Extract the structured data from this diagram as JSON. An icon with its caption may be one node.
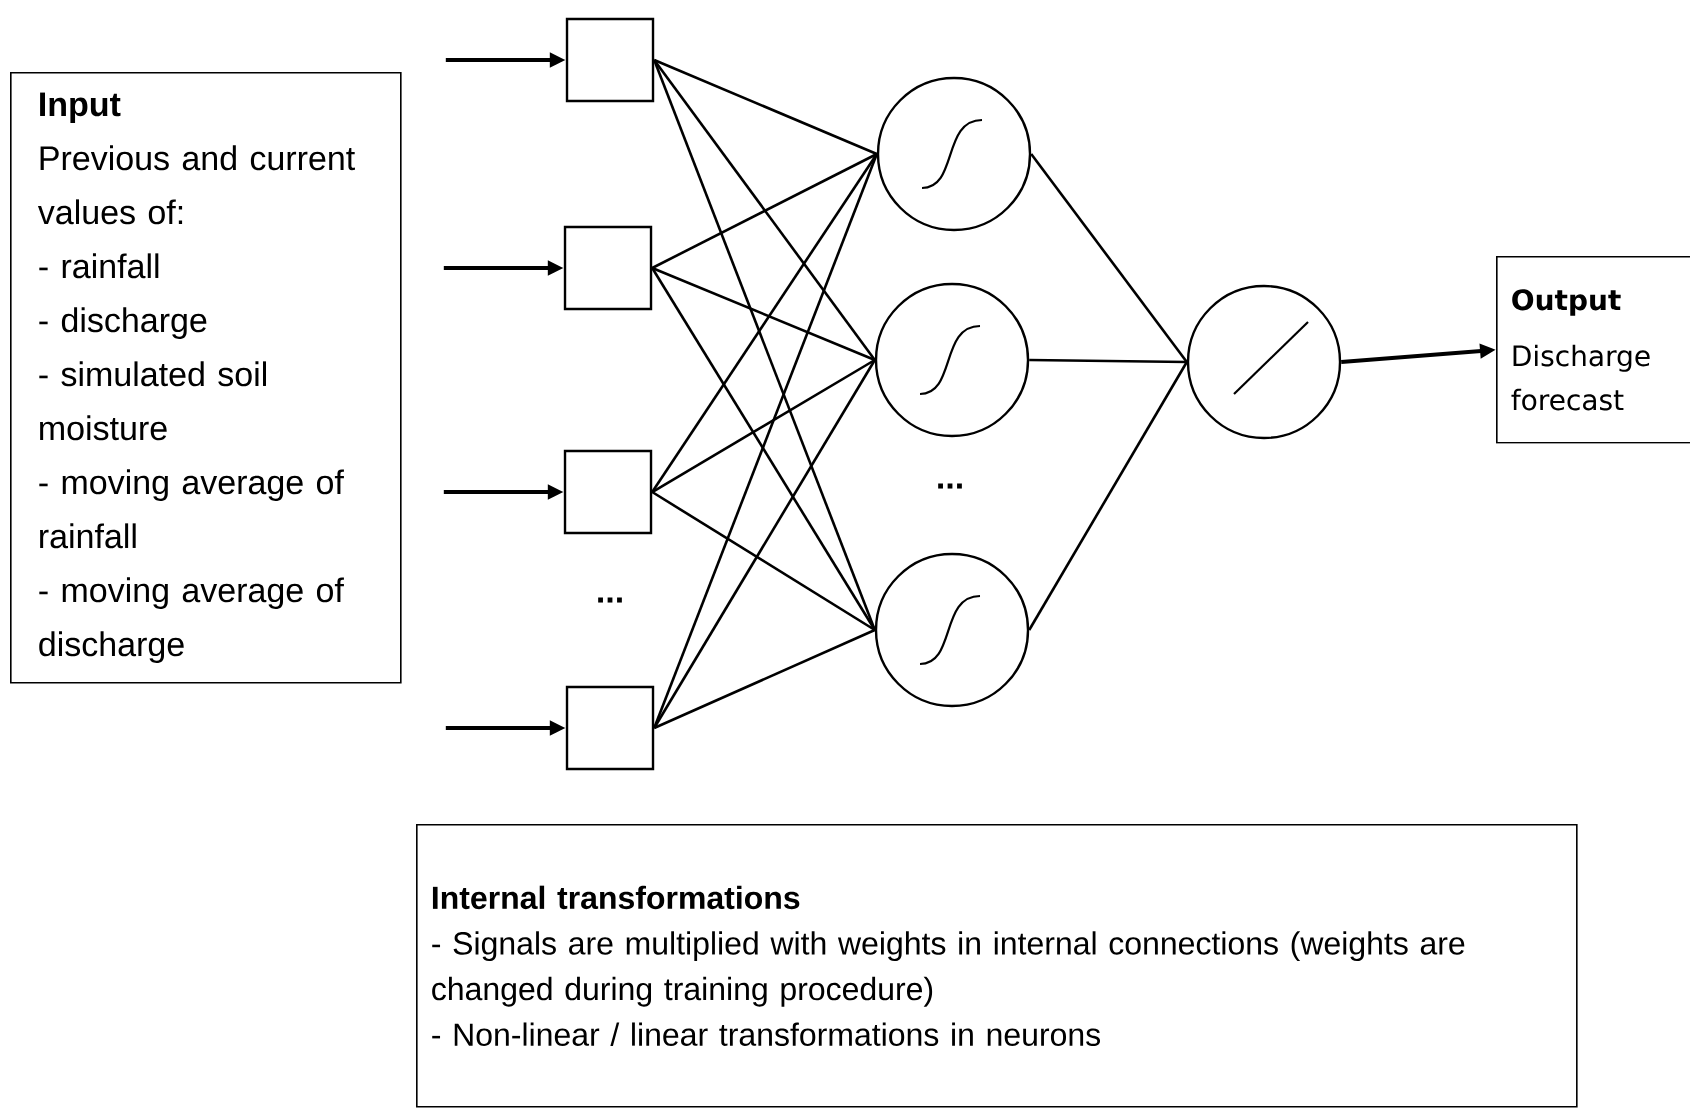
{
  "diagram": {
    "nodes": [
      {
        "text": [
          "Input",
          "Previous and current values of:",
          "- rainfall",
          "- discharge",
          "- simulated soil moisture",
          "- moving average of rainfall",
          "- moving average of discharge"
        ]
      },
      {
        "text": [],
        "shape": "box"
      },
      {
        "text": [],
        "shape": "box"
      },
      {
        "text": [],
        "shape": "box"
      },
      {
        "text": [],
        "shape": "box"
      },
      {
        "text": [],
        "shape": "circle"
      },
      {
        "text": [],
        "shape": "circle"
      },
      {
        "text": [],
        "shape": "circle"
      },
      {
        "text": [],
        "shape": "circle"
      },
      {
        "text": [
          "Output",
          "Discharge forecast"
        ]
      },
      {
        "text": [
          "Internal transformations",
          "- Signals are multiplied with weights in internal connections (weights are changed during training procedure)",
          "- Non-linear / linear transformations in neurons"
        ]
      }
    ],
    "edges": [
      {
        "from": null,
        "to": 1,
        "arrow": "to"
      },
      {
        "from": null,
        "to": 2,
        "arrow": "to"
      },
      {
        "from": null,
        "to": 3,
        "arrow": "to"
      },
      {
        "from": null,
        "to": 4,
        "arrow": "to"
      },
      {
        "from": 1,
        "to": 5,
        "arrow": "none"
      },
      {
        "from": 1,
        "to": 6,
        "arrow": "none"
      },
      {
        "from": 1,
        "to": 7,
        "arrow": "none"
      },
      {
        "from": 2,
        "to": 5,
        "arrow": "none"
      },
      {
        "from": 2,
        "to": 6,
        "arrow": "none"
      },
      {
        "from": 2,
        "to": 7,
        "arrow": "none"
      },
      {
        "from": 3,
        "to": 5,
        "arrow": "none"
      },
      {
        "from": 3,
        "to": 6,
        "arrow": "none"
      },
      {
        "from": 3,
        "to": 7,
        "arrow": "none"
      },
      {
        "from": 4,
        "to": 5,
        "arrow": "none"
      },
      {
        "from": 4,
        "to": 6,
        "arrow": "none"
      },
      {
        "from": 4,
        "to": 7,
        "arrow": "none"
      },
      {
        "from": 5,
        "to": 8,
        "arrow": "none"
      },
      {
        "from": 6,
        "to": 8,
        "arrow": "none"
      },
      {
        "from": 7,
        "to": 8,
        "arrow": "none"
      },
      {
        "from": 8,
        "to": 9,
        "arrow": "to"
      }
    ],
    "labels": [
      "...",
      "..."
    ]
  }
}
